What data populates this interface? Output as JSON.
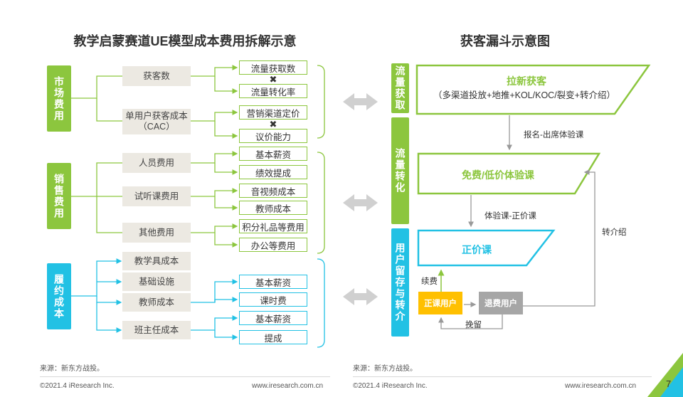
{
  "left": {
    "title": "教学启蒙赛道UE模型成本费用拆解示意",
    "categories": [
      {
        "label": "市场费用"
      },
      {
        "label": "销售费用"
      },
      {
        "label": "履约成本"
      }
    ],
    "mid": {
      "acq": "获客数",
      "cac_line1": "单用户获客成本",
      "cac_line2": "（CAC）",
      "staff": "人员费用",
      "trial": "试听课费用",
      "other": "其他费用",
      "tools": "教学具成本",
      "infra": "基础设施",
      "teacher": "教师成本",
      "head": "班主任成本"
    },
    "leaves": {
      "flow_get": "流量获取数",
      "flow_conv": "流量转化率",
      "channel_price": "营销渠道定价",
      "bargain": "议价能力",
      "base_salary_1": "基本薪资",
      "perf": "绩效提成",
      "av_cost": "音视频成本",
      "teacher_cost": "教师成本",
      "gift": "积分礼品等费用",
      "office": "办公等费用",
      "base_salary_2": "基本薪资",
      "hour_fee": "课时费",
      "base_salary_3": "基本薪资",
      "commission": "提成"
    },
    "times": "✖"
  },
  "right": {
    "title": "获客漏斗示意图",
    "stages": [
      {
        "label": "流量获取"
      },
      {
        "label": "流量转化"
      },
      {
        "label": "用户留存与转介"
      }
    ],
    "funnel1_title": "拉新获客",
    "funnel1_sub": "（多渠道投放+地推+KOL/KOC/裂变+转介绍）",
    "funnel2_title": "免费/低价体验课",
    "funnel3_title": "正价课",
    "arrow1": "报名-出席体验课",
    "arrow2": "体验课-正价课",
    "referral": "转介绍",
    "renew": "续费",
    "retain": "挽留",
    "regular_user": "正课用户",
    "refund_user": "退费用户"
  },
  "footer": {
    "source_left": "来源：新东方战投。",
    "source_right": "来源：新东方战投。",
    "copyright_left": "©2021.4 iResearch Inc.",
    "url_left": "www.iresearch.com.cn",
    "copyright_right": "©2021.4 iResearch Inc.",
    "url_right": "www.iresearch.com.cn",
    "page_number": "7"
  },
  "colors": {
    "green": "#8cc63e",
    "teal": "#22c1e4",
    "gray_box": "#ece9e2",
    "yellow": "#ffc000",
    "gray_user": "#a6a6a6"
  }
}
